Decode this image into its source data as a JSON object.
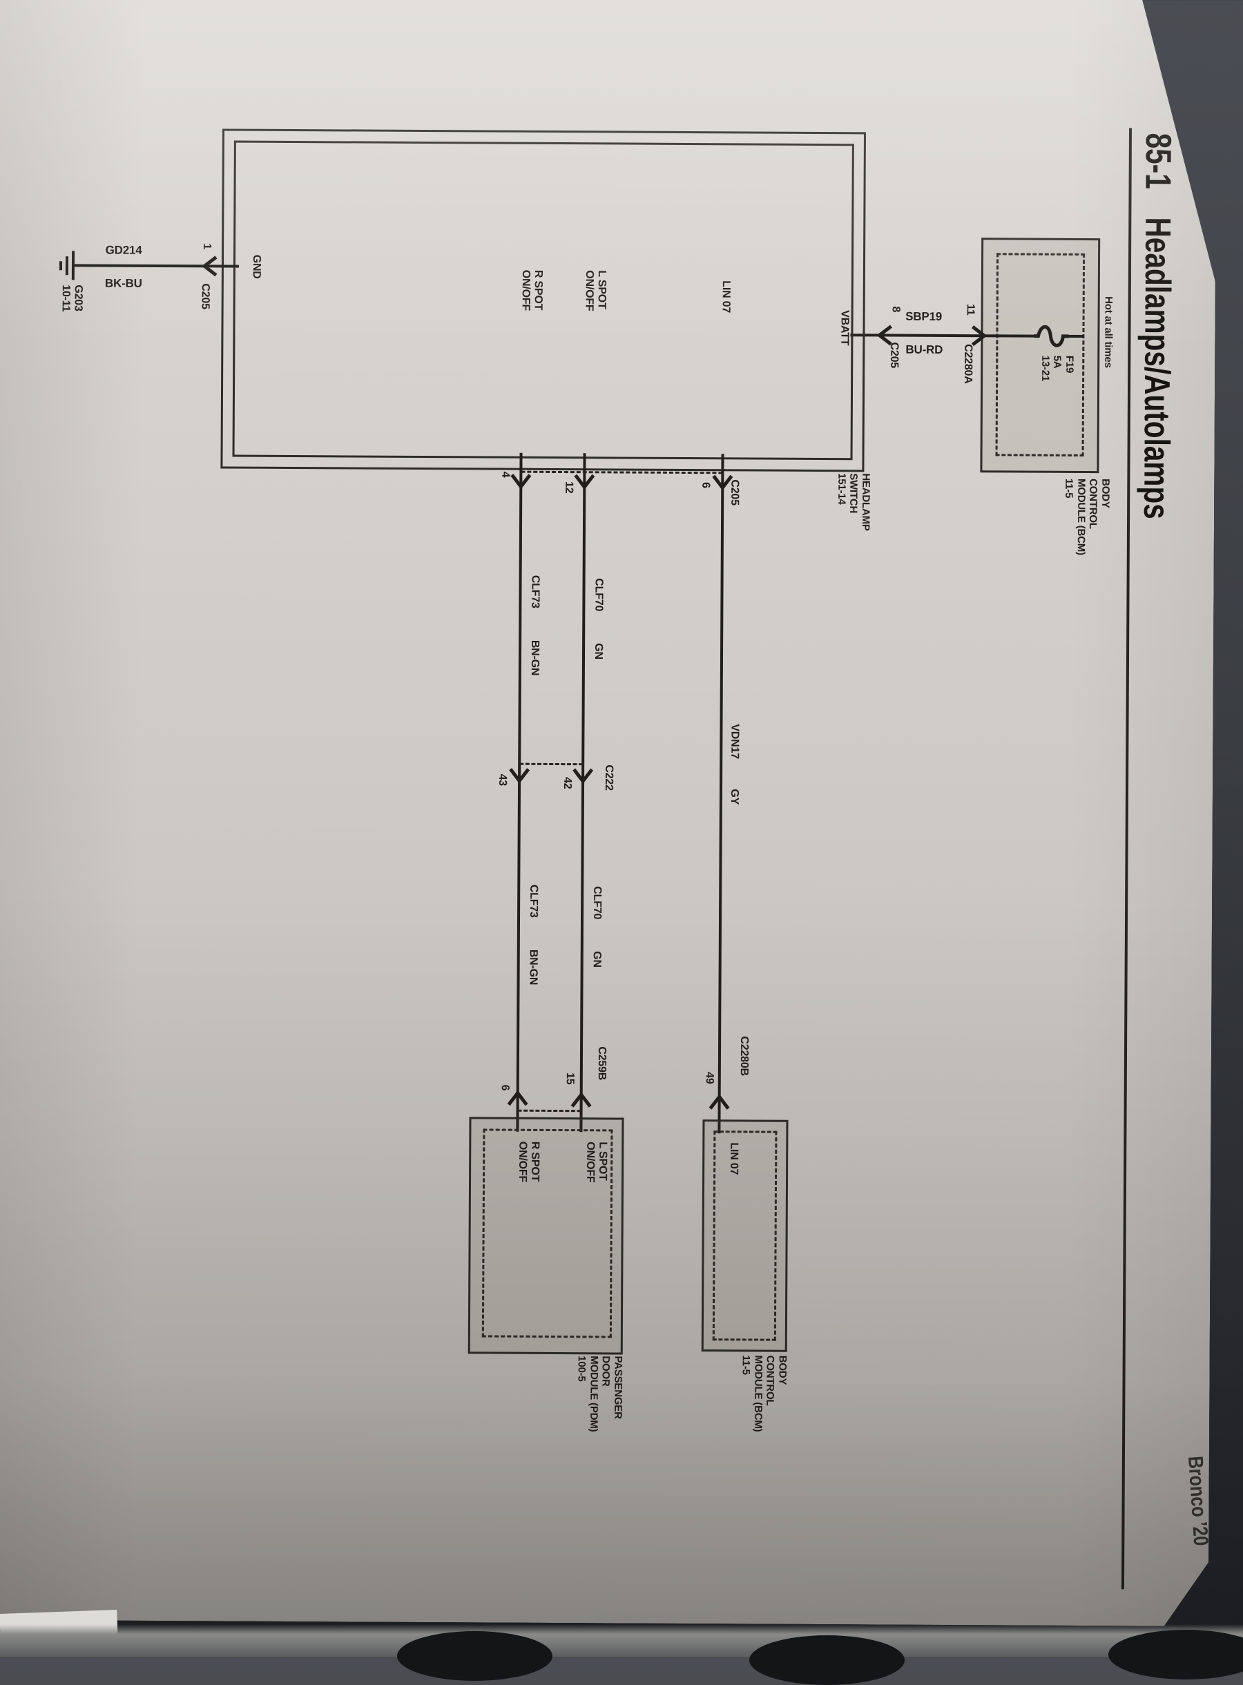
{
  "header": {
    "section": "85-1",
    "title": "Headlamps/Autolamps",
    "book_edge_label": "Bronco ’20"
  },
  "power": {
    "hot": "Hot at all times",
    "fuse_lines": [
      "F19",
      "5A",
      "13-21"
    ]
  },
  "modules": {
    "bcm_lines": [
      "BODY",
      "CONTROL",
      "MODULE (BCM)",
      "11-5"
    ],
    "pdm_lines": [
      "PASSENGER",
      "DOOR",
      "MODULE (PDM)",
      "100-5"
    ]
  },
  "switch": {
    "name_lines": [
      "HEADLAMP",
      "SWITCH",
      "151-14"
    ],
    "vbatt": "VBATT",
    "lin": "LIN 07",
    "lspot1": "L SPOT",
    "lspot2": "ON/OFF",
    "rspot1": "R SPOT",
    "rspot2": "ON/OFF",
    "gnd": "GND"
  },
  "vbatt_wire": {
    "pin_bcm": "11",
    "conn_bcm": "C2280A",
    "name": "SBP19",
    "color": "BU-RD",
    "pin_sw": "8",
    "conn_sw": "C205"
  },
  "lin_wire": {
    "pin_sw": "6",
    "conn_sw": "C205",
    "name": "VDN17",
    "color": "GY",
    "pin_bcm": "49",
    "conn_bcm": "C2280B",
    "bcm_pin_label": "LIN 07"
  },
  "lspot_wire": {
    "pin_sw": "12",
    "name_a": "CLF70",
    "color_a": "GN",
    "pin_c222": "42",
    "conn_c222": "C222",
    "name_b": "CLF70",
    "color_b": "GN",
    "pin_pdm": "15",
    "conn_pdm": "C259B",
    "pdm_label1": "L SPOT",
    "pdm_label2": "ON/OFF"
  },
  "rspot_wire": {
    "pin_sw": "4",
    "name_a": "CLF73",
    "color_a": "BN-GN",
    "pin_c222": "43",
    "name_b": "CLF73",
    "color_b": "BN-GN",
    "pin_pdm": "6",
    "pdm_label1": "R SPOT",
    "pdm_label2": "ON/OFF"
  },
  "ground_wire": {
    "pin": "1",
    "conn": "C205",
    "name": "GD214",
    "color": "BK-BU",
    "gid": "G203",
    "gref": "10-11"
  },
  "colors": {
    "paper": "#cecbc6",
    "ink": "#201f1c",
    "background": "#33363b"
  }
}
